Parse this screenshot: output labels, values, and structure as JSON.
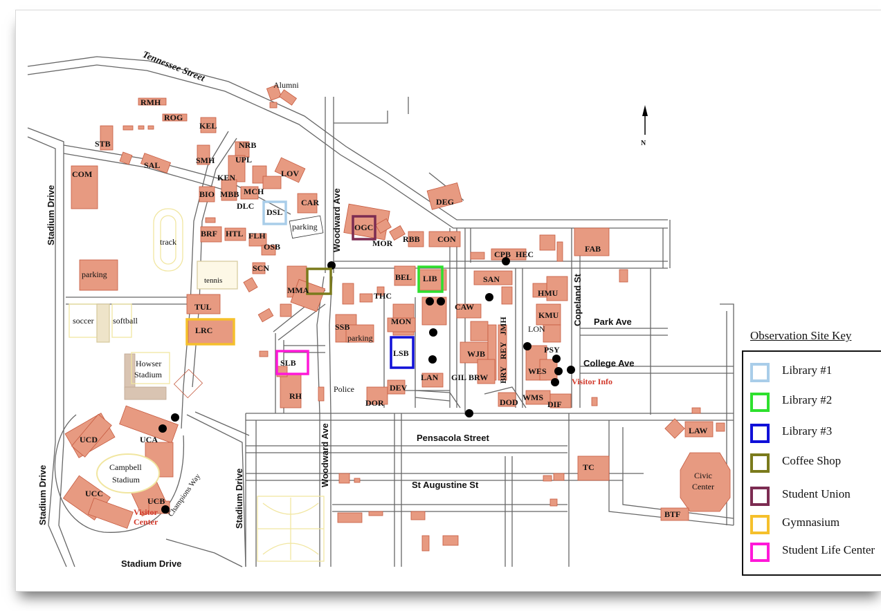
{
  "map": {
    "north_label": "N",
    "streets": {
      "tennessee": "Tennessee Street",
      "stadium_drive": "Stadium Drive",
      "woodward": "Woodward Ave",
      "copeland": "Copeland St",
      "park": "Park Ave",
      "college": "College Ave",
      "pensacola": "Pensacola Street",
      "st_augustine": "St Augustine St",
      "champions": "Champions Way"
    },
    "places": {
      "track": "track",
      "tennis": "tennis",
      "parking": "parking",
      "soccer": "soccer",
      "softball": "softball",
      "howser": "Howser",
      "stadium": "Stadium",
      "campbell": "Campbell",
      "civic": "Civic",
      "center": "Center",
      "alumni": "Alumni",
      "visitor_info": "Visitor Info",
      "visitor": "Visitor",
      "visitor_center": "Center",
      "police": "Police"
    },
    "buildings": {
      "RMH": "RMH",
      "ROG": "ROG",
      "KEL": "KEL",
      "STB": "STB",
      "SAL": "SAL",
      "COM": "COM",
      "NRB": "NRB",
      "SMH": "SMH",
      "UPL": "UPL",
      "KEN": "KEN",
      "LOV": "LOV",
      "BIO": "BIO",
      "MBB": "MBB",
      "MCH": "MCH",
      "DLC": "DLC",
      "DSL": "DSL",
      "CAR": "CAR",
      "BRF": "BRF",
      "HTL": "HTL",
      "FLH": "FLH",
      "OSB": "OSB",
      "SCN": "SCN",
      "MMA": "MMA",
      "TUL": "TUL",
      "LRC": "LRC",
      "OGC": "OGC",
      "MOR": "MOR",
      "RBB": "RBB",
      "CON": "CON",
      "DEG": "DEG",
      "CPB": "CPB",
      "HEC": "HEC",
      "FAB": "FAB",
      "BEL": "BEL",
      "LIB": "LIB",
      "SAN": "SAN",
      "THC": "THC",
      "CAW": "CAW",
      "HMU": "HMU",
      "KMU": "KMU",
      "MON": "MON",
      "SSB": "SSB",
      "LSB": "LSB",
      "WJB": "WJB",
      "JMH": "JMH",
      "REY": "REY",
      "BRY": "BRY",
      "LON": "LON",
      "PSY": "PSY",
      "WES": "WES",
      "SLB": "SLB",
      "LAN": "LAN",
      "GIL": "GIL",
      "BRW": "BRW",
      "DEV": "DEV",
      "RH": "RH",
      "DOR": "DOR",
      "DOD": "DOD",
      "WMS": "WMS",
      "DIF": "DIF",
      "UCD": "UCD",
      "UCA": "UCA",
      "UCC": "UCC",
      "UCB": "UCB",
      "LAW": "LAW",
      "TC": "TC",
      "BTF": "BTF"
    }
  },
  "key": {
    "title": "Observation Site Key",
    "items": [
      {
        "label": "Library #1",
        "color": "#a9cde9"
      },
      {
        "label": "Library #2",
        "color": "#2ee02e"
      },
      {
        "label": "Library #3",
        "color": "#1010d8"
      },
      {
        "label": "Coffee Shop",
        "color": "#7a7a1c"
      },
      {
        "label": "Student Union",
        "color": "#7c2c52"
      },
      {
        "label": "Gymnasium",
        "color": "#f5c02c"
      },
      {
        "label": "Student Life Center",
        "color": "#ff18d8"
      }
    ]
  }
}
